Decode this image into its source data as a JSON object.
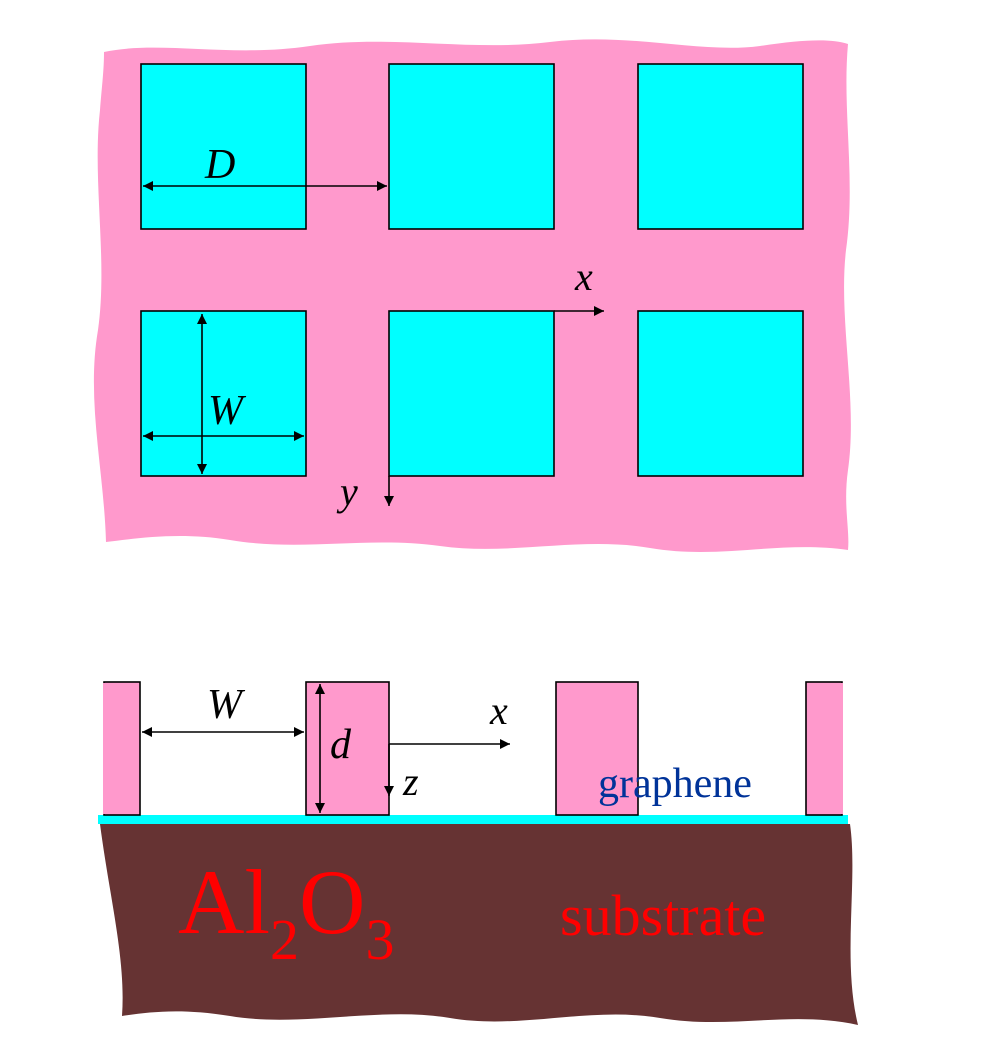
{
  "top_view": {
    "labels": {
      "period": "D",
      "width": "W",
      "x_axis": "x",
      "y_axis": "y"
    }
  },
  "side_view": {
    "labels": {
      "width": "W",
      "thickness": "d",
      "x_axis": "x",
      "z_axis": "z",
      "graphene": "graphene",
      "substrate_formula": {
        "base1": "Al",
        "sub1": "2",
        "base2": "O",
        "sub2": "3"
      },
      "substrate": "substrate"
    }
  },
  "colors": {
    "film": "#ff99cc",
    "holes": "#00ffff",
    "graphene_layer": "#00ffff",
    "substrate": "#663333",
    "substrate_text": "#ff0000",
    "graphene_text": "#003399",
    "lines": "#000000",
    "background": "#ffffff"
  }
}
